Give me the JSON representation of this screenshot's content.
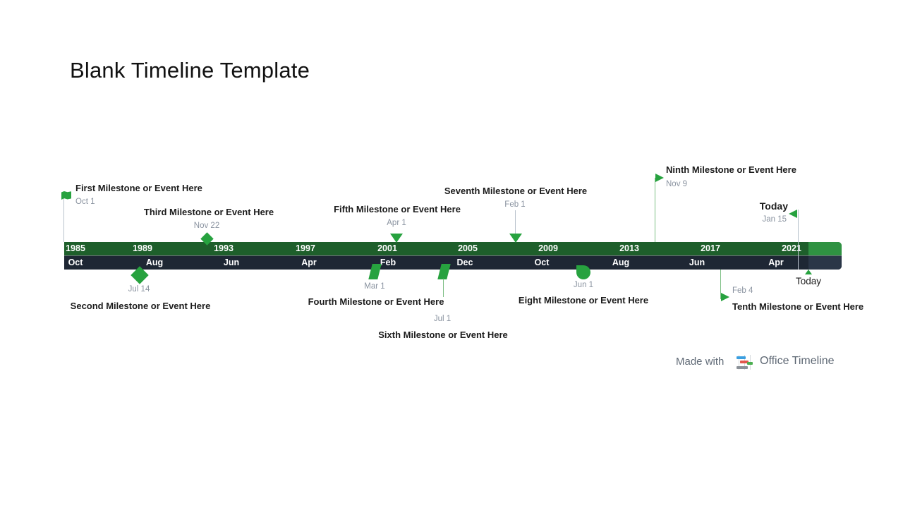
{
  "title": "Blank Timeline Template",
  "scale": {
    "years": [
      "1985",
      "1989",
      "1993",
      "1997",
      "2001",
      "2005",
      "2009",
      "2013",
      "2017",
      "2021"
    ],
    "months": [
      "Oct",
      "Aug",
      "Jun",
      "Apr",
      "Feb",
      "Dec",
      "Oct",
      "Aug",
      "Jun",
      "Apr"
    ]
  },
  "milestones": {
    "first": {
      "label": "First Milestone or Event Here",
      "date": "Oct 1",
      "marker": "flag"
    },
    "second": {
      "label": "Second Milestone or Event Here",
      "date": "Jul 14",
      "marker": "diamond"
    },
    "third": {
      "label": "Third Milestone or Event Here",
      "date": "Nov 22",
      "marker": "diamond"
    },
    "fourth": {
      "label": "Fourth Milestone or Event Here",
      "date": "Mar 1",
      "marker": "parallelogram"
    },
    "fifth": {
      "label": "Fifth Milestone or Event Here",
      "date": "Apr 1",
      "marker": "triangle-down"
    },
    "sixth": {
      "label": "Sixth Milestone or Event Here",
      "date": "Jul 1",
      "marker": "parallelogram"
    },
    "seventh": {
      "label": "Seventh Milestone or Event Here",
      "date": "Feb 1",
      "marker": "triangle-down"
    },
    "eighth": {
      "label": "Eight Milestone or Event Here",
      "date": "Jun 1",
      "marker": "circle-leaf"
    },
    "ninth": {
      "label": "Ninth Milestone or Event Here",
      "date": "Nov 9",
      "marker": "pennant-flag"
    },
    "tenth": {
      "label": "Tenth Milestone or Event Here",
      "date": "Feb 4",
      "marker": "pennant-flag"
    },
    "today_top": {
      "label": "Today",
      "date": "Jan 15",
      "marker": "triangle-left"
    },
    "today_bottom": {
      "label": "Today",
      "marker": "triangle-up"
    }
  },
  "footer": {
    "made_with": "Made with",
    "brand": "Office Timeline"
  },
  "colors": {
    "band_green_past": "#1E5F2B",
    "band_green_future": "#2F9242",
    "band_navy_past": "#1E2734",
    "band_navy_future": "#2A3647",
    "marker_green": "#27A23F",
    "date_text": "#8A93A0",
    "connector_gray": "#B8C2CC",
    "connector_green": "#7CBE83"
  }
}
